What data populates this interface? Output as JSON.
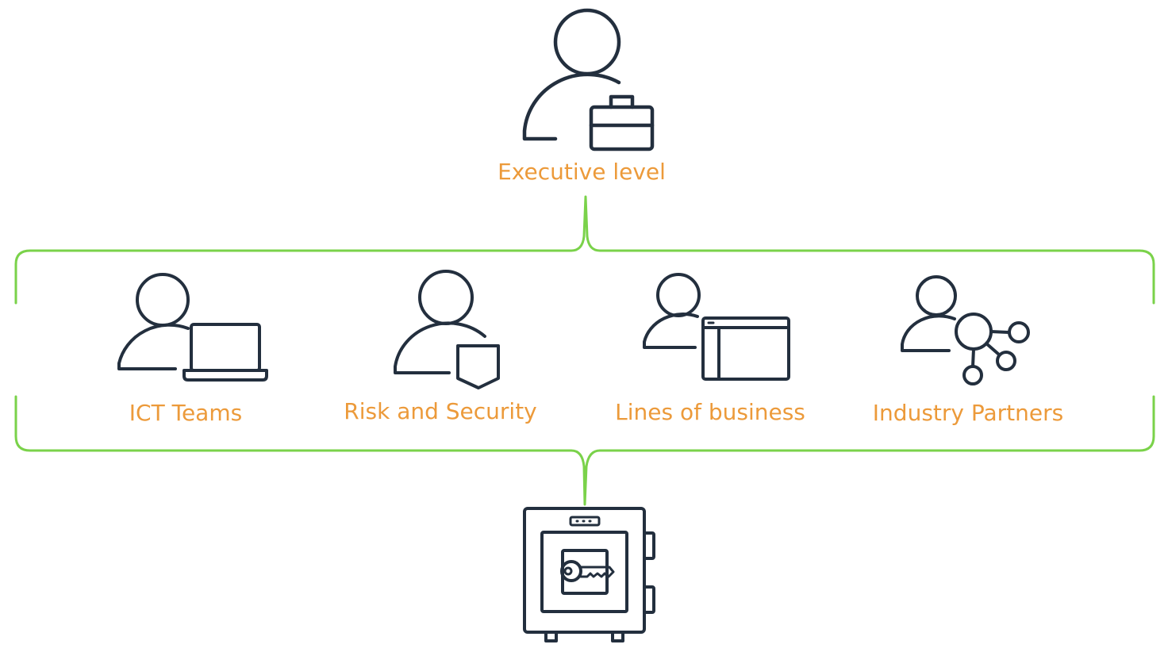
{
  "nodes": {
    "executive": {
      "label": "Executive level",
      "icon": "executive-briefcase-icon"
    },
    "ict": {
      "label": "ICT Teams",
      "icon": "user-laptop-icon"
    },
    "risk": {
      "label": "Risk and Security",
      "icon": "user-shield-icon"
    },
    "business": {
      "label": "Lines of business",
      "icon": "user-window-icon"
    },
    "partners": {
      "label": "Industry Partners",
      "icon": "user-network-icon"
    },
    "vault": {
      "icon": "safe-key-icon"
    }
  },
  "colors": {
    "label": "#ec9a3a",
    "icon_stroke": "#232f3e",
    "group_bracket": "#7ad24a"
  }
}
